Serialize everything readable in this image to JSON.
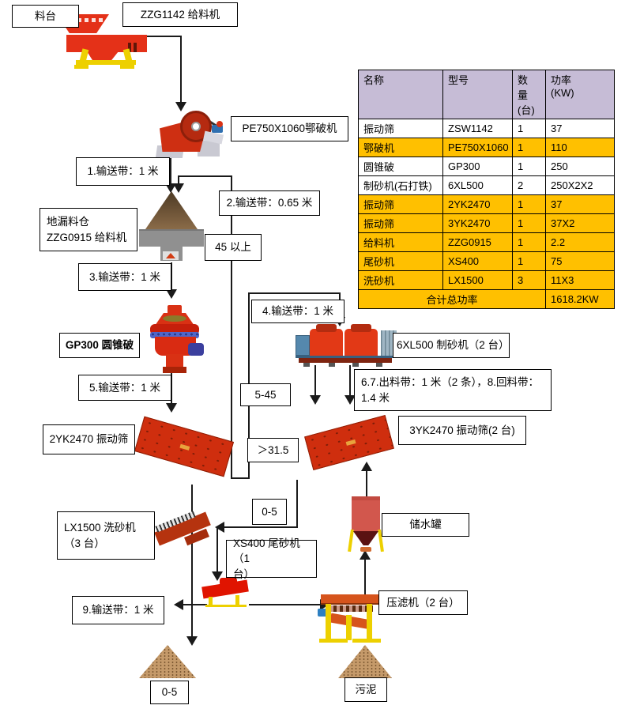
{
  "colors": {
    "highlight": "#FFC000",
    "headerbg": "#C6BCD6",
    "line": "#1a1a1a",
    "red": "#D93114",
    "yellow": "#EDD000"
  },
  "labels": {
    "material_platform": "料台",
    "feeder_zzg1142": "ZZG1142 给料机",
    "jaw_crusher": "PE750X1060鄂破机",
    "belt1": "1.输送带：1 米",
    "belt2": "2.输送带：0.65 米",
    "ground_hopper": "地漏料仓\nZZG0915 给料机",
    "size_45plus": "45 以上",
    "belt3": "3.输送带：1 米",
    "belt4": "4.输送带：1 米",
    "cone_crusher": "GP300 圆锥破",
    "belt5": "5.输送带：1 米",
    "size_5_45": "5-45",
    "sand_maker": "6XL500 制砂机（2 台）",
    "belts_678": "6.7.出料带：1 米（2 条），8.回料带：\n1.4 米",
    "screen_2yk": "2YK2470 振动筛",
    "size_gt315": "＞31.5",
    "screen_3yk": "3YK2470 振动筛(2 台)",
    "size_0_5_mid": "0-5",
    "sand_washer": "LX1500 洗砂机\n（3 台）",
    "water_tank": "储水罐",
    "fine_sand_machine": "XS400 尾砂机（1\n台）",
    "belt9": "9.输送带：1 米",
    "filter_press": "压滤机（2 台）",
    "size_0_5_out": "0-5",
    "sludge": "污泥"
  },
  "table": {
    "headers": [
      "名称",
      "型号",
      "数\n量\n(台)",
      "功率\n(KW)"
    ],
    "rows": [
      {
        "name": "振动筛",
        "model": "ZSW1142",
        "qty": "1",
        "power": "37",
        "highlight": false
      },
      {
        "name": "鄂破机",
        "model": "PE750X1060",
        "qty": "1",
        "power": "110",
        "highlight": true
      },
      {
        "name": "圆锥破",
        "model": "GP300",
        "qty": "1",
        "power": "250",
        "highlight": false
      },
      {
        "name": "制砂机(石打铁)",
        "model": "6XL500",
        "qty": "2",
        "power": "250X2X2",
        "highlight": false
      },
      {
        "name": "振动筛",
        "model": "2YK2470",
        "qty": "1",
        "power": "37",
        "highlight": true
      },
      {
        "name": "振动筛",
        "model": "3YK2470",
        "qty": "1",
        "power": "37X2",
        "highlight": true
      },
      {
        "name": "给料机",
        "model": "ZZG0915",
        "qty": "1",
        "power": "2.2",
        "highlight": true
      },
      {
        "name": "尾砂机",
        "model": "XS400",
        "qty": "1",
        "power": "75",
        "highlight": true
      },
      {
        "name": "洗砂机",
        "model": "LX1500",
        "qty": "3",
        "power": "11X3",
        "highlight": true
      }
    ],
    "total_label": "合计总功率",
    "total_value": "1618.2KW"
  }
}
